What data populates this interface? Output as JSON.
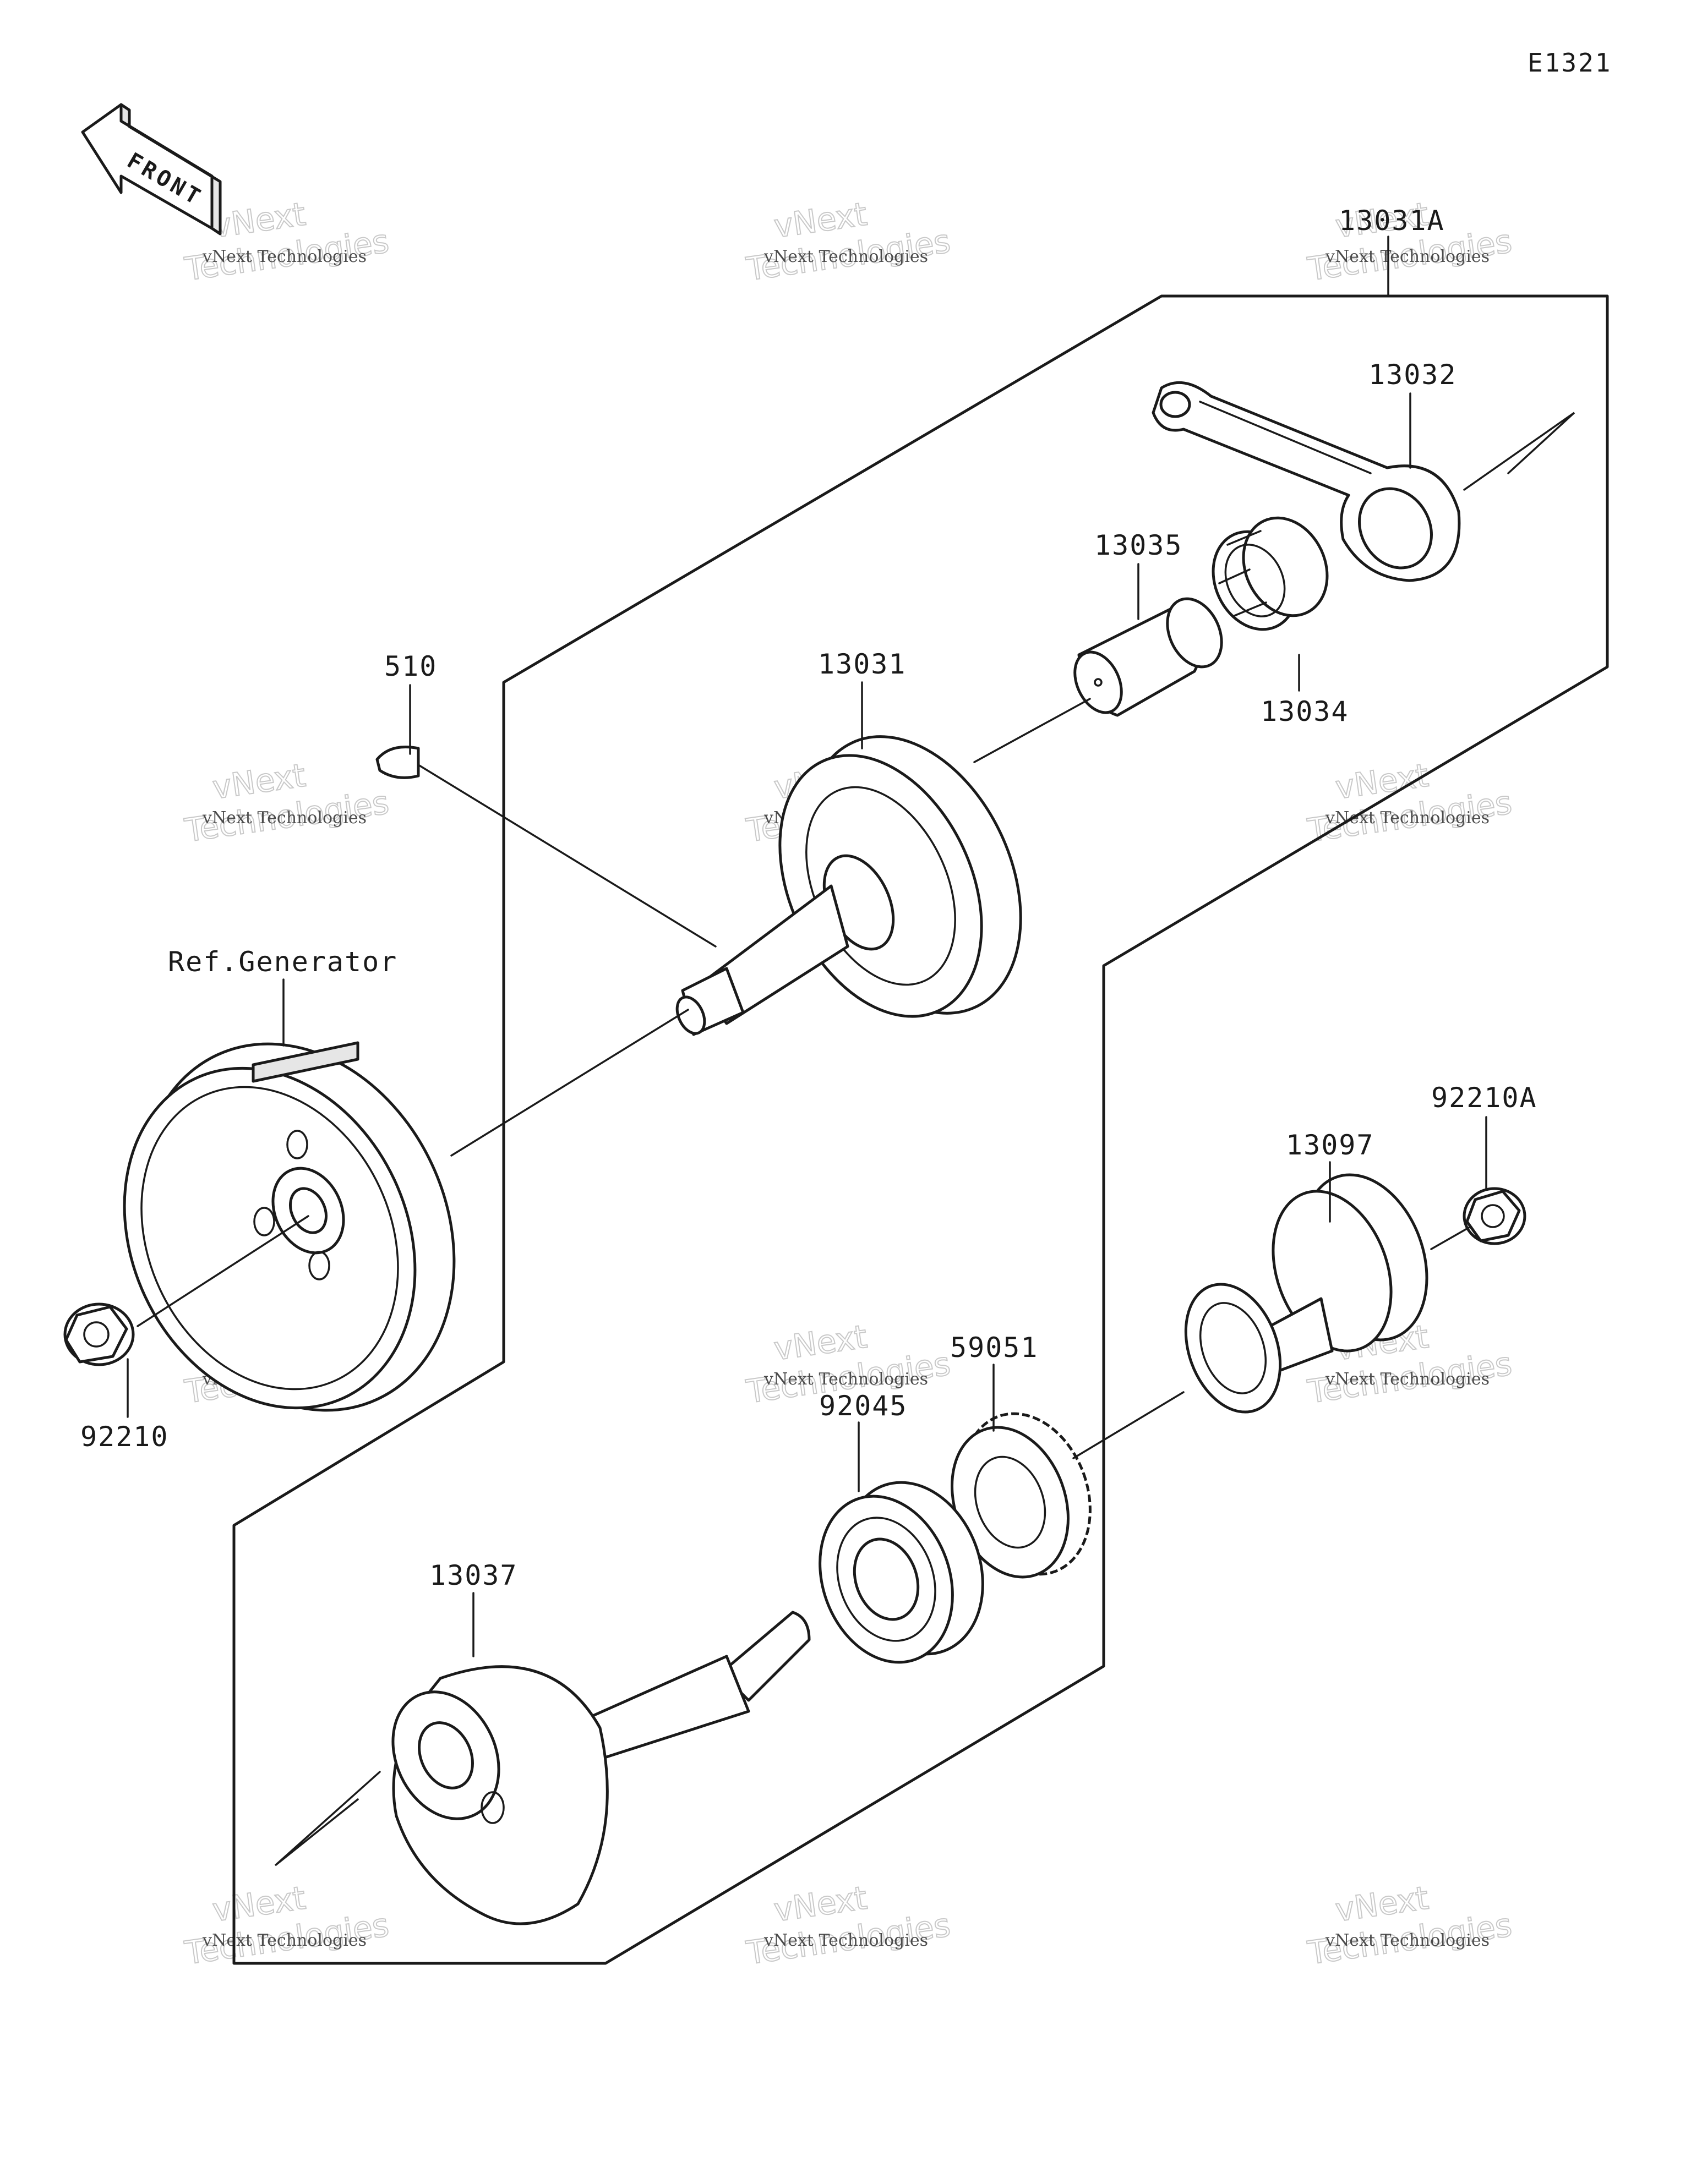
{
  "diagram": {
    "code": "E1321",
    "front_label": "FRONT",
    "parts": [
      {
        "id": "13031A",
        "label": "13031A"
      },
      {
        "id": "13032",
        "label": "13032"
      },
      {
        "id": "13035",
        "label": "13035"
      },
      {
        "id": "13034",
        "label": "13034"
      },
      {
        "id": "510",
        "label": "510"
      },
      {
        "id": "13031",
        "label": "13031"
      },
      {
        "id": "ref-generator",
        "label": "Ref.Generator"
      },
      {
        "id": "92210A",
        "label": "92210A"
      },
      {
        "id": "13097",
        "label": "13097"
      },
      {
        "id": "59051",
        "label": "59051"
      },
      {
        "id": "92045",
        "label": "92045"
      },
      {
        "id": "92210",
        "label": "92210"
      },
      {
        "id": "13037",
        "label": "13037"
      }
    ]
  },
  "watermark": {
    "small": "vNext Technologies",
    "big_line1": "vNext",
    "big_line2": "Technologies"
  }
}
